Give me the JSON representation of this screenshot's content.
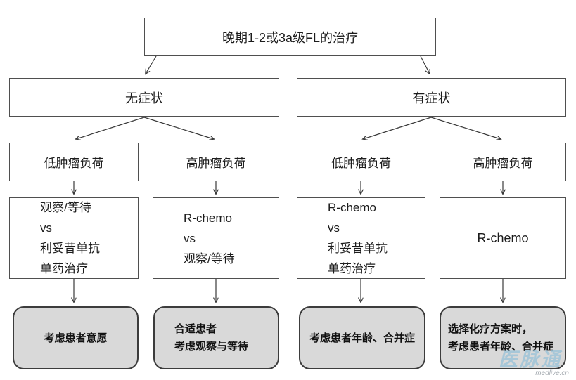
{
  "diagram": {
    "root": {
      "label": "晚期1-2或3a级FL的治疗"
    },
    "symptom": [
      {
        "label": "无症状"
      },
      {
        "label": "有症状"
      }
    ],
    "burden": [
      {
        "label": "低肿瘤负荷"
      },
      {
        "label": "高肿瘤负荷"
      },
      {
        "label": "低肿瘤负荷"
      },
      {
        "label": "高肿瘤负荷"
      }
    ],
    "treatment": [
      {
        "label": "观察/等待\nvs\n利妥昔单抗\n单药治疗"
      },
      {
        "label": "R-chemo\nvs\n观察/等待"
      },
      {
        "label": "R-chemo\nvs\n利妥昔单抗\n单药治疗"
      },
      {
        "label": "R-chemo"
      }
    ],
    "notes": [
      {
        "label": "考虑患者意愿"
      },
      {
        "label": "合适患者\n考虑观察与等待"
      },
      {
        "label": "考虑患者年龄、合并症"
      },
      {
        "label": "选择化疗方案时，\n考虑患者年龄、合并症"
      }
    ]
  },
  "watermark": {
    "logo": "医脉通",
    "domain": "medlive.cn"
  },
  "colors": {
    "box_border": "#4f4f4f",
    "note_fill": "#d9d9d9",
    "note_border": "#3c3c3c",
    "arrow": "#3a3a3a",
    "text": "#1c1c1c"
  }
}
